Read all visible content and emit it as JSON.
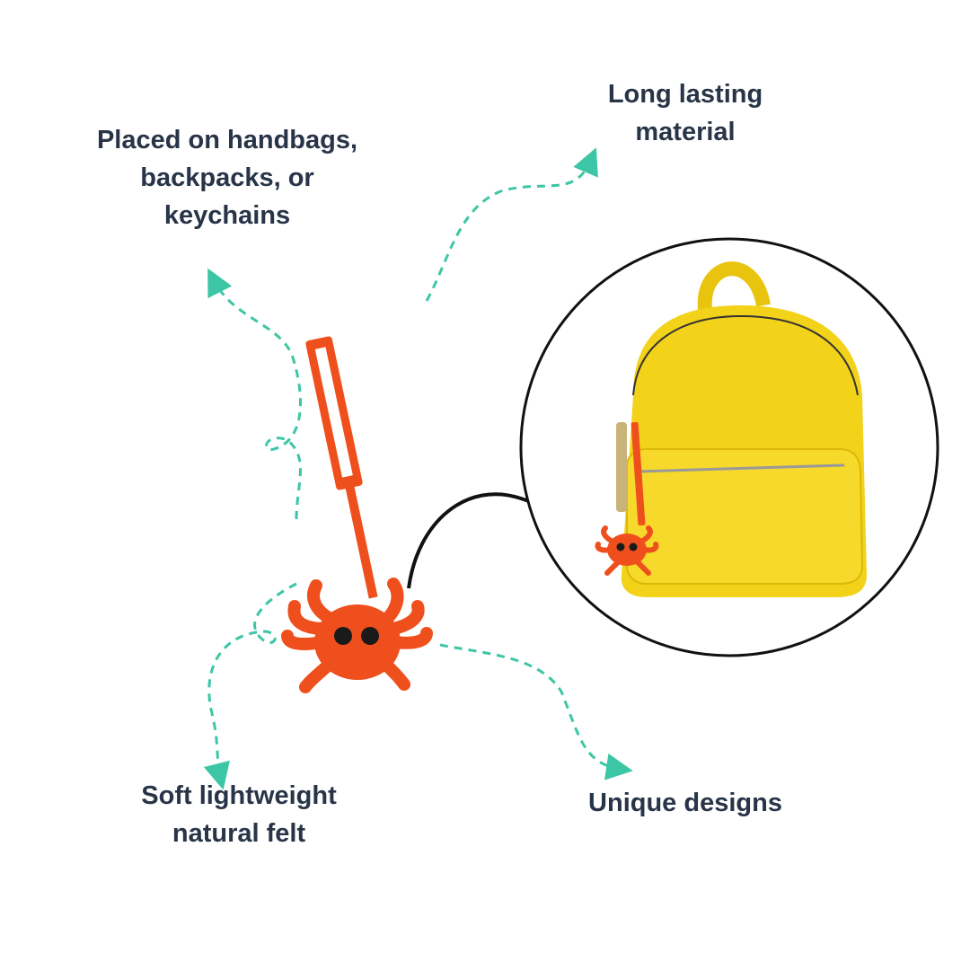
{
  "features": {
    "placement": [
      "Placed on handbags,",
      "backpacks, or",
      "keychains"
    ],
    "durability": [
      "Long lasting",
      "material"
    ],
    "material": [
      "Soft lightweight",
      "natural felt"
    ],
    "design": [
      "Unique designs"
    ]
  },
  "colors": {
    "text": "#283447",
    "accent_teal": "#3cc6a6",
    "felt_orange": "#ef4f1c",
    "bag_yellow": "#f3d21a"
  }
}
